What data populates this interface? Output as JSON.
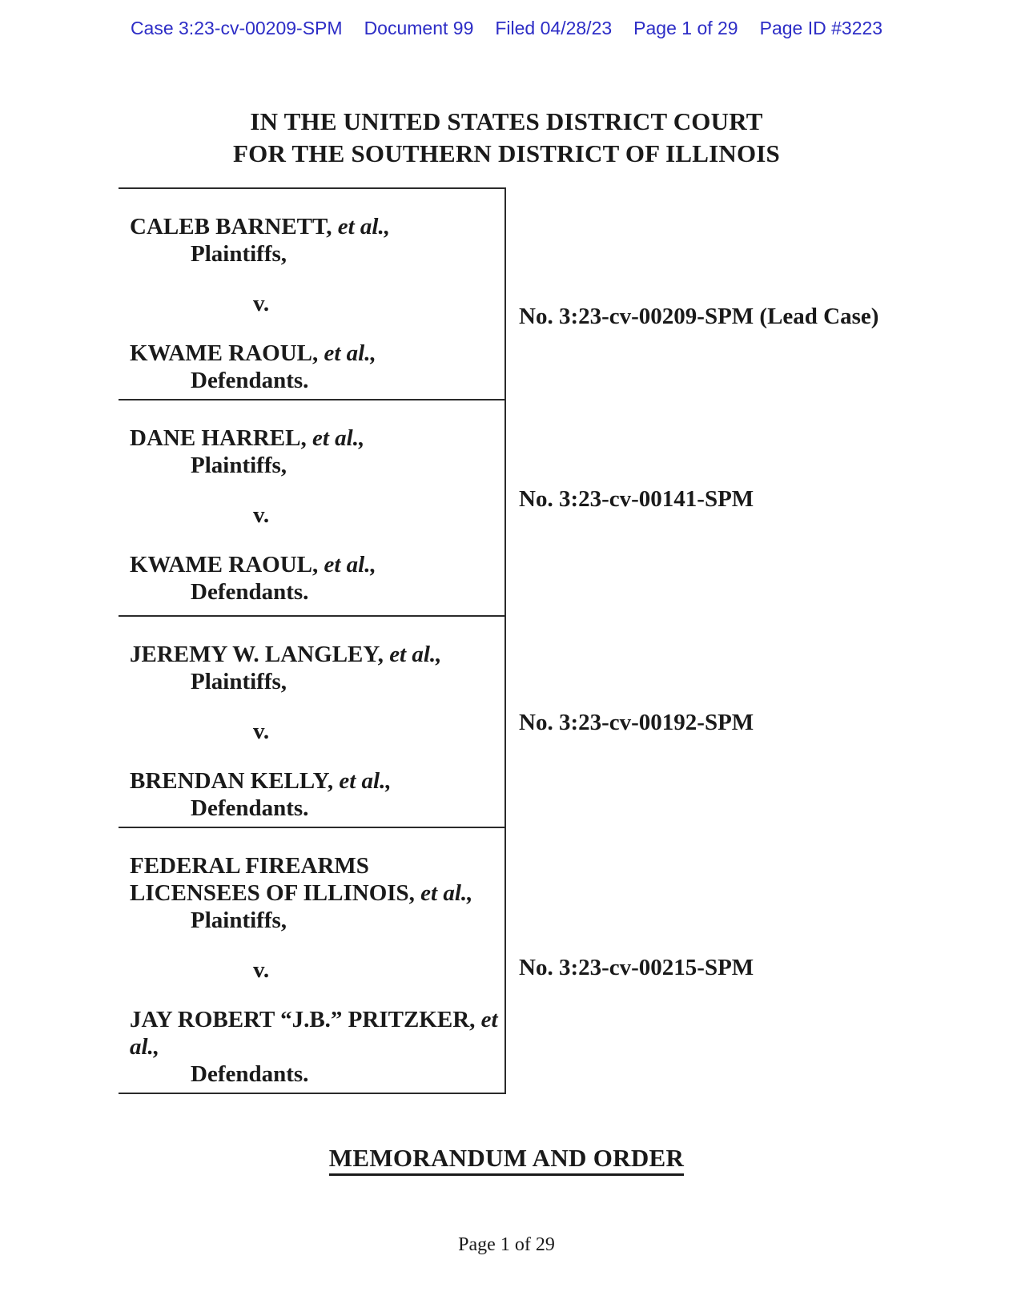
{
  "stamp": {
    "segments": [
      "Case 3:23-cv-00209-SPM",
      "Document 99",
      "Filed 04/28/23",
      "Page 1 of 29",
      "Page ID #3223"
    ]
  },
  "court": {
    "line1": "IN THE UNITED STATES DISTRICT COURT",
    "line2": "FOR THE SOUTHERN DISTRICT OF ILLINOIS"
  },
  "cases": [
    {
      "plaintiff": "CALEB BARNETT,",
      "plaintiff_etal": "et al.,",
      "plaintiff_role": "Plaintiffs,",
      "versus": "v.",
      "defendant": "KWAME RAOUL,",
      "defendant_etal": "et al.,",
      "defendant_role": "Defendants.",
      "number": "No. 3:23-cv-00209-SPM (Lead Case)"
    },
    {
      "plaintiff": "DANE HARREL,",
      "plaintiff_etal": "et al.,",
      "plaintiff_role": "Plaintiffs,",
      "versus": "v.",
      "defendant": "KWAME RAOUL,",
      "defendant_etal": "et al.,",
      "defendant_role": "Defendants.",
      "number": "No. 3:23-cv-00141-SPM"
    },
    {
      "plaintiff": "JEREMY W. LANGLEY,",
      "plaintiff_etal": "et al.,",
      "plaintiff_role": "Plaintiffs,",
      "versus": "v.",
      "defendant": "BRENDAN KELLY,",
      "defendant_etal": "et al.,",
      "defendant_role": "Defendants.",
      "number": "No. 3:23-cv-00192-SPM"
    },
    {
      "plaintiff": "FEDERAL FIREARMS LICENSEES OF ILLINOIS,",
      "plaintiff_etal": "et al.,",
      "plaintiff_role": "Plaintiffs,",
      "versus": "v.",
      "defendant": "JAY ROBERT “J.B.” PRITZKER,",
      "defendant_etal": "et al.,",
      "defendant_role": "Defendants.",
      "number": "No. 3:23-cv-00215-SPM"
    }
  ],
  "heading": "MEMORANDUM AND ORDER",
  "footer": "Page 1 of 29",
  "colors": {
    "stamp_blue": "#2d2dc6",
    "text": "#1a1a1a",
    "rule_lines": "#2b2b2b"
  }
}
